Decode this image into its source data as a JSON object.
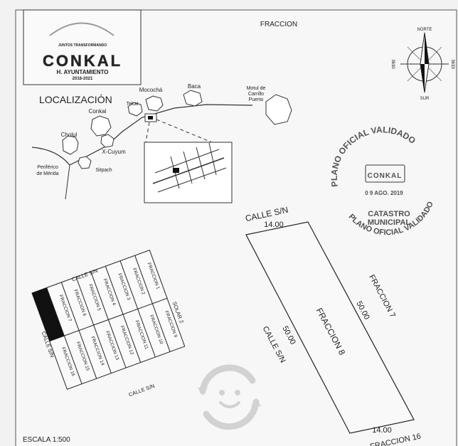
{
  "header": {
    "org_small": "JUNTOS TRANSFORMANDO",
    "logo_word": "CONKAL",
    "org_name": "H. AYUNTAMIENTO",
    "years": "2018-2021"
  },
  "location_map": {
    "title": "LOCALIZACIÓN",
    "places": [
      "Mocochá",
      "Baca",
      "Motul de",
      "Carrillo",
      "Puerto",
      "Tekat",
      "Conkal",
      "Cholul",
      "X-Cuyum",
      "Sitpach",
      "Periférico",
      "de Mérida"
    ]
  },
  "compass": {
    "north": "NORTE",
    "south": "SUR",
    "left_value": "3630",
    "right_value": "3633"
  },
  "stamp_validated": {
    "top": "PLANO OFICIAL VALIDADO",
    "date": "0 9 AGO. 2019",
    "mid_1": "CATASTRO",
    "mid_2": "MUNICIPAL",
    "bottom": "PLANO OFICIAL VALIDADO"
  },
  "parcel": {
    "top_label": "FRACCION",
    "street_top": "CALLE S/N",
    "width_top": "14.00",
    "width_bottom": "14.00",
    "length_left": "50.00",
    "length_right": "50.00",
    "street_left": "CALLE S/N",
    "name": "FRACCION 8",
    "neighbor_right": "FRACCION 7",
    "neighbor_bottom": "FRACCION 16"
  },
  "key_plan": {
    "street_top": "CALLE S/N",
    "street_left": "CALLE S/N",
    "street_bottom": "CALLE S/N",
    "solar": "SOLAR 2",
    "top_row": [
      "FRACCION 1",
      "FRACCION 2",
      "FRACCION 3",
      "FRACCION 4",
      "FRACCION 5",
      "FRACCION 6",
      "FRACCION 7"
    ],
    "bottom_row": [
      "FRACCION 9",
      "FRACCION 10",
      "FRACCION 11",
      "FRACCION 12",
      "FRACCION 13",
      "FRACCION 14",
      "FRACCION 15",
      "FRACCION 16"
    ]
  },
  "scale": "ESCALA 1:500"
}
